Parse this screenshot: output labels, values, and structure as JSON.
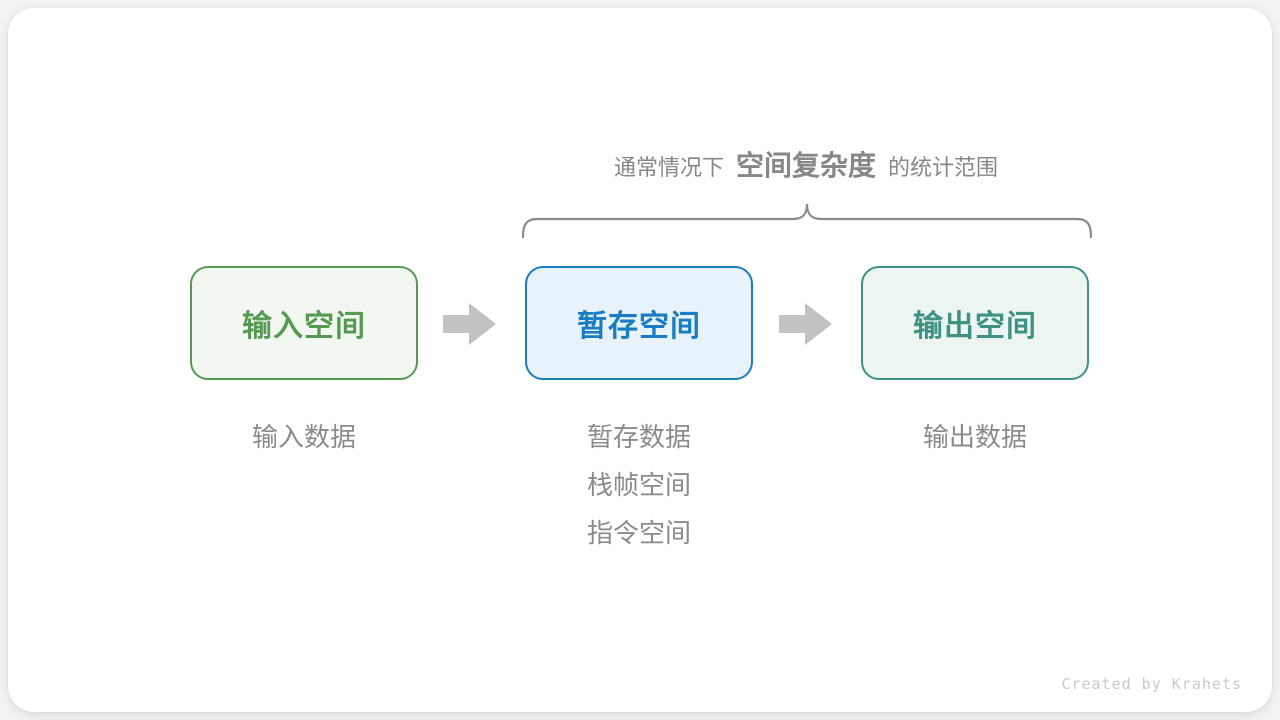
{
  "canvas": {
    "background_color": "#f2f3f5",
    "card_color": "#ffffff"
  },
  "title": {
    "prefix": "通常情况下",
    "highlight": "空间复杂度",
    "suffix": "的统计范围",
    "color": "#878787"
  },
  "brace": {
    "color": "#8a8a8a",
    "spans": [
      "暂存空间",
      "输出空间"
    ]
  },
  "flow": {
    "boxes": [
      {
        "label": "输入空间",
        "border_color": "#569a52",
        "background": "#f2f8f1",
        "text_color": "#569a52"
      },
      {
        "label": "暂存空间",
        "border_color": "#1a7dc2",
        "background": "#e8f2fb",
        "text_color": "#1a7dc2"
      },
      {
        "label": "输出空间",
        "border_color": "#3d9283",
        "background": "#edf5f2",
        "text_color": "#3d9283"
      }
    ],
    "arrow_color": "#c2c2c2"
  },
  "annotations": {
    "color": "#8b8b8b",
    "input": [
      "输入数据"
    ],
    "temp": [
      "暂存数据",
      "栈帧空间",
      "指令空间"
    ],
    "output": [
      "输出数据"
    ]
  },
  "credit": {
    "text": "Created by Krahets",
    "color": "#c9c9c9"
  }
}
